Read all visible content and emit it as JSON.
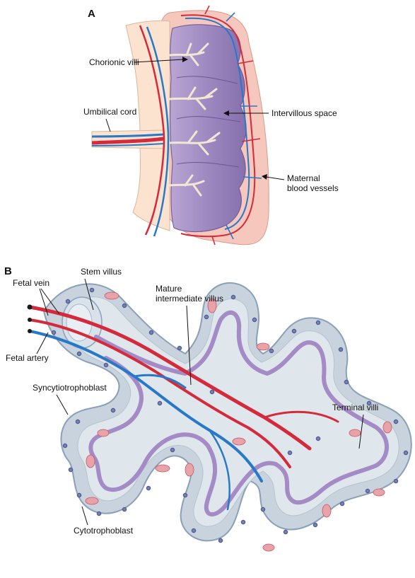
{
  "panel_a": {
    "letter": "A",
    "labels": {
      "chorionic_villi": "Chorionic villi",
      "umbilical_cord": "Umbilical cord",
      "intervillous_space": "Intervillous space",
      "maternal_1": "Maternal",
      "maternal_2": "blood vessels"
    }
  },
  "panel_b": {
    "letter": "B",
    "labels": {
      "stem_villus": "Stem villus",
      "fetal_vein": "Fetal vein",
      "mature_1": "Mature",
      "mature_2": "intermediate villus",
      "fetal_artery": "Fetal artery",
      "syncytiotrophoblast": "Syncytiotrophoblast",
      "terminal_villi": "Terminal villi",
      "cytotrophoblast": "Cytotrophoblast"
    }
  },
  "colors": {
    "fetal_vein": "#d42a3c",
    "fetal_artery": "#2878c8",
    "villus_fill": "#9c86bf",
    "placenta_pink": "#f4c2b8",
    "villus_halo": "#c7d3df"
  }
}
